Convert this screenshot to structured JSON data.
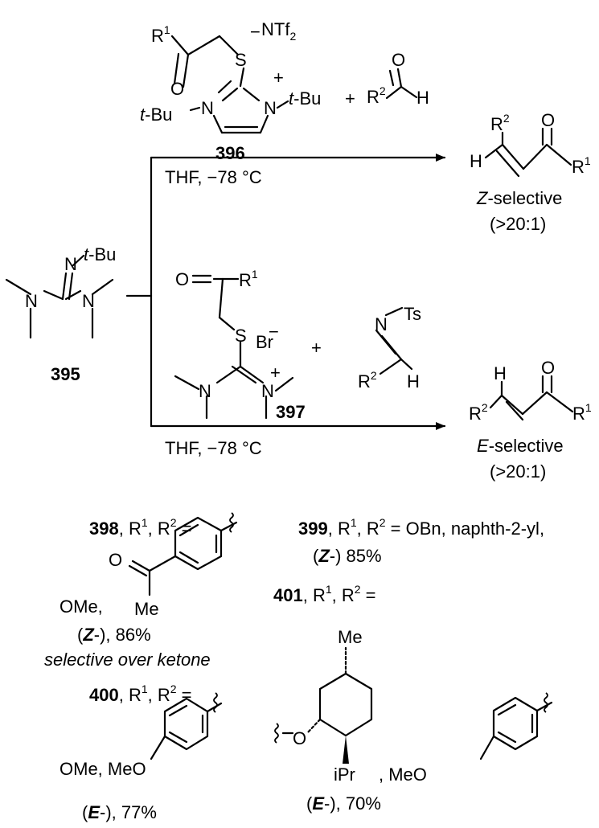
{
  "reagent_396": {
    "compound_id": "396",
    "r1": "R",
    "sup_1": "1",
    "s": "S",
    "anion": "NTf",
    "anion_sub": "2",
    "minus": "−",
    "plus": "+",
    "o": "O",
    "n": "N",
    "tbu_left_prefix": "t",
    "tbu_left_suffix": "-Bu",
    "tbu_right_prefix": "t",
    "tbu_right_suffix": "-Bu"
  },
  "aldehyde": {
    "plus": "+",
    "o": "O",
    "r2": "R",
    "sup_2": "2",
    "h": "H"
  },
  "condition_top": "THF, −78 °C",
  "condition_bottom": "THF, −78 °C",
  "product_z": {
    "r2": "R",
    "sup_2": "2",
    "h": "H",
    "o": "O",
    "r1": "R",
    "sup_1": "1",
    "selectivity_prefix": "Z",
    "selectivity_suffix": "-selective",
    "ratio": "(>20:1)"
  },
  "guanidine_395": {
    "compound_id": "395",
    "n": "N",
    "tbu_prefix": "t",
    "tbu_suffix": "-Bu"
  },
  "reagent_397": {
    "compound_id": "397",
    "o": "O",
    "r1": "R",
    "sup_1": "1",
    "s": "S",
    "anion": "Br",
    "minus": "−",
    "n": "N",
    "plus": "+"
  },
  "imine": {
    "plus": "+",
    "n": "N",
    "ts": "Ts",
    "r2": "R",
    "sup_2": "2",
    "h": "H"
  },
  "product_e": {
    "h": "H",
    "o": "O",
    "r2": "R",
    "sup_2": "2",
    "r1": "R",
    "sup_1": "1",
    "selectivity_prefix": "E",
    "selectivity_suffix": "-selective",
    "ratio": "(>20:1)"
  },
  "examples": {
    "ex398": {
      "id": "398",
      "label_a": ", R",
      "sup_1": "1",
      "label_b": ", R",
      "sup_2": "2",
      "label_c": " =",
      "o": "O",
      "me": "Me",
      "r1_value": "OMe,",
      "open": "(",
      "config": "Z",
      "close": "-), 86%",
      "note": "selective over ketone"
    },
    "ex399": {
      "id": "399",
      "label_a": ", R",
      "sup_1": "1",
      "label_b": ", R",
      "sup_2": "2",
      "label_c": " = OBn, naphth-2-yl,",
      "open": "(",
      "config": "Z",
      "close": "-) 85%"
    },
    "ex400": {
      "id": "400",
      "label_a": ", R",
      "sup_1": "1",
      "label_b": ", R",
      "sup_2": "2",
      "label_c": " =",
      "r1_value": "OMe, MeO",
      "open": "(",
      "config": "E",
      "close": "-), 77%"
    },
    "ex401": {
      "id": "401",
      "label_a": ", R",
      "sup_1": "1",
      "label_b": ", R",
      "sup_2": "2",
      "label_c": " =",
      "me": "Me",
      "o": "O",
      "ipr": "iPr",
      "sep": ", MeO",
      "open": "(",
      "config": "E",
      "close": "-), 70%"
    }
  }
}
